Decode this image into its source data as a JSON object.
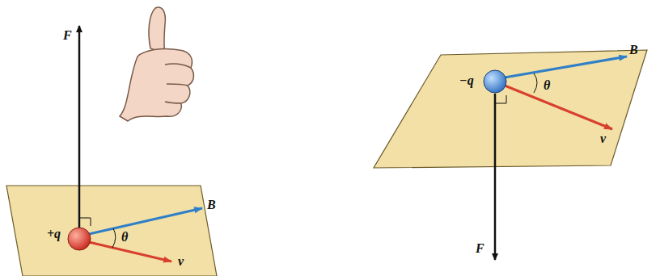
{
  "diagram": {
    "labels": [
      "F",
      "+q",
      "B",
      "θ",
      "v",
      "−q",
      "B",
      "θ",
      "v",
      "F"
    ]
  }
}
